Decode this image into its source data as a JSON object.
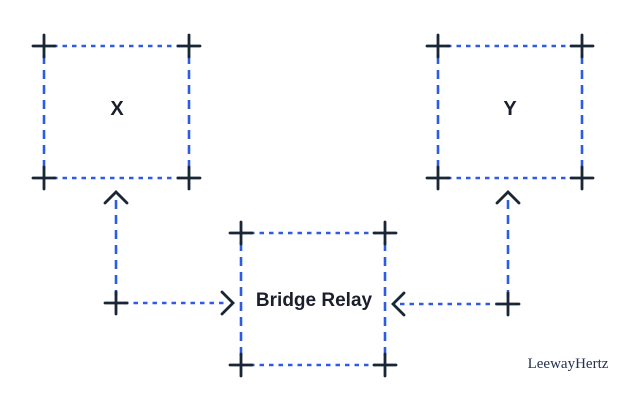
{
  "diagram": {
    "nodes": [
      {
        "id": "x",
        "label": "X"
      },
      {
        "id": "y",
        "label": "Y"
      },
      {
        "id": "bridge-relay",
        "label": "Bridge Relay"
      }
    ],
    "connectors": [
      {
        "id": "left-elbow",
        "arrows_to": [
          "X",
          "Bridge Relay"
        ]
      },
      {
        "id": "right-elbow",
        "arrows_to": [
          "Y",
          "Bridge Relay"
        ]
      }
    ],
    "watermark": "LeewayHertz"
  },
  "colors": {
    "dash": "#2e5be6",
    "marker": "#182636",
    "label": "#1a1f2b",
    "watermark": "#223052",
    "background": "#ffffff"
  }
}
